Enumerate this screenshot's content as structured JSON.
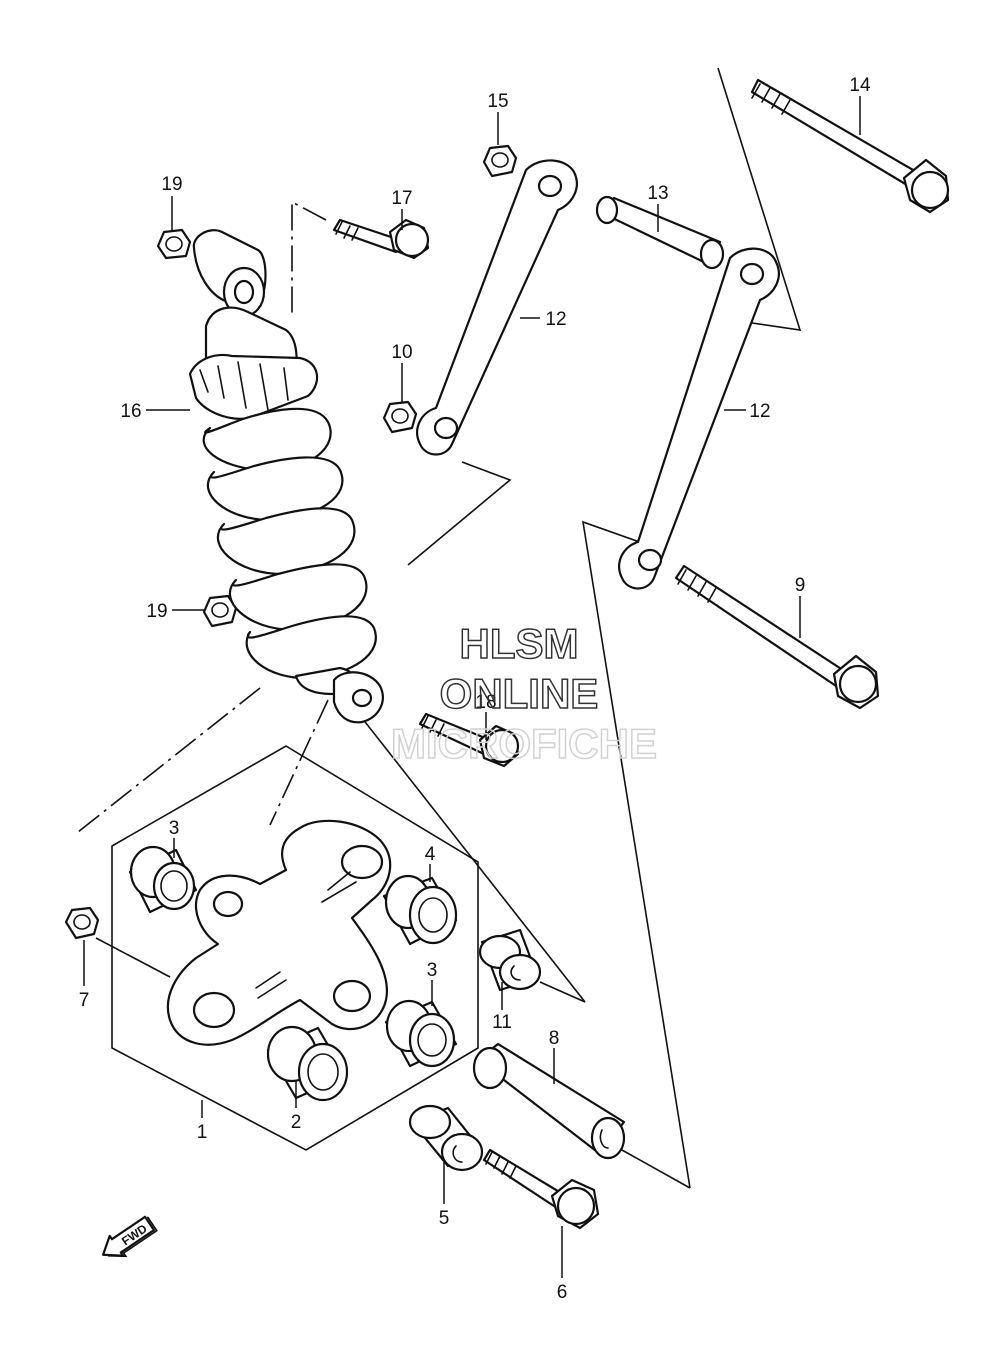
{
  "watermark": {
    "line1": "HLSM",
    "line2": "ONLINE",
    "line3": "MICROFICHE"
  },
  "direction_badge": {
    "label": "FWD",
    "icon": "fwd-arrow-icon"
  },
  "callouts": [
    {
      "num": "14"
    },
    {
      "num": "15"
    },
    {
      "num": "13"
    },
    {
      "num": "17"
    },
    {
      "num": "19"
    },
    {
      "num": "12"
    },
    {
      "num": "10"
    },
    {
      "num": "12"
    },
    {
      "num": "16"
    },
    {
      "num": "9"
    },
    {
      "num": "19"
    },
    {
      "num": "18"
    },
    {
      "num": "3"
    },
    {
      "num": "4"
    },
    {
      "num": "7"
    },
    {
      "num": "3"
    },
    {
      "num": "11"
    },
    {
      "num": "8"
    },
    {
      "num": "1"
    },
    {
      "num": "2"
    },
    {
      "num": "5"
    },
    {
      "num": "6"
    }
  ]
}
